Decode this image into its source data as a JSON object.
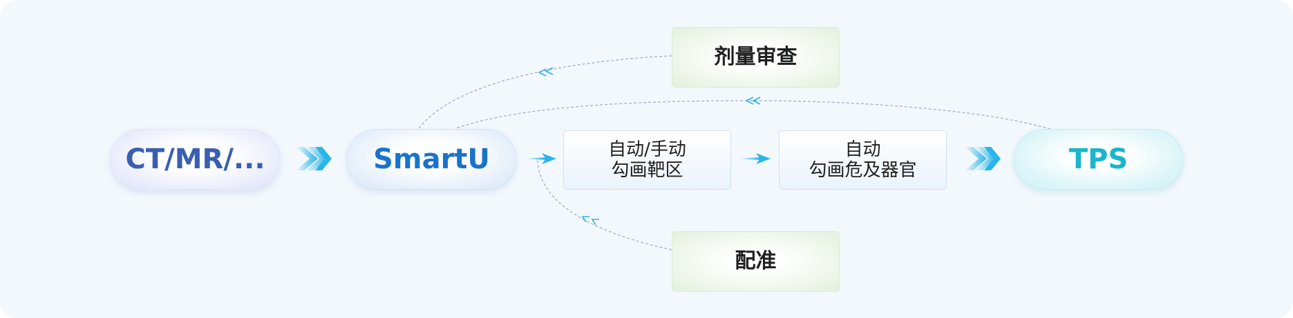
{
  "nodes": {
    "source": "CT/MR/...",
    "hub": "SmartU",
    "target_contouring": {
      "line1": "自动/手动",
      "line2": "勾画靶区"
    },
    "oar_contouring": {
      "line1": "自动",
      "line2": "勾画危及器官"
    },
    "tps": "TPS",
    "dose_review": "剂量审查",
    "registration": "配准"
  },
  "colors": {
    "background": "#f3f8fd",
    "source_text": "#3a5fb2",
    "hub_text": "#1b73c9",
    "tps_text": "#19b6cc",
    "arrow": "#29b4ea",
    "dashed_line": "#9fb0c4"
  }
}
